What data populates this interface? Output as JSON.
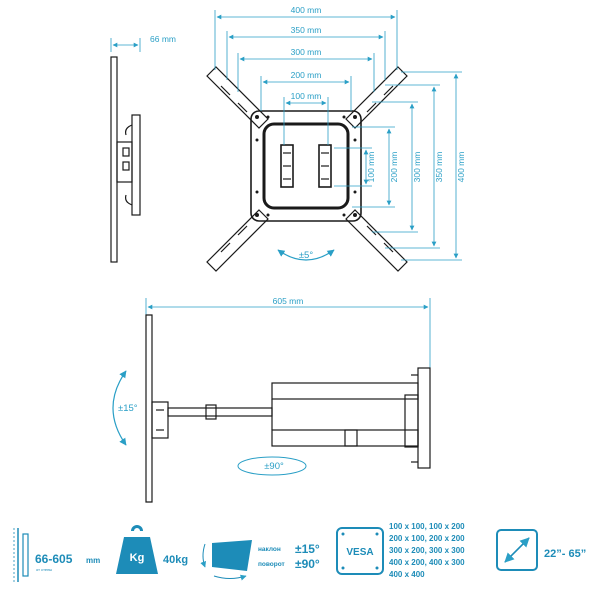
{
  "colors": {
    "accent": "#2a9fc6",
    "accent_dark": "#1d8cb8",
    "line": "#1a1a1a"
  },
  "top_view": {
    "depth": "66 mm",
    "widths": [
      "400 mm",
      "350 mm",
      "300 mm",
      "200 mm",
      "100 mm"
    ],
    "heights": [
      "100 mm",
      "200 mm",
      "300 mm",
      "350 mm",
      "400 mm"
    ],
    "level": "±5°"
  },
  "side_view": {
    "extension": "605 mm",
    "tilt": "±15°",
    "swivel": "±90°"
  },
  "specs": {
    "depth_range": "66-605",
    "depth_unit": "mm",
    "depth_note": "от стены",
    "weight_icon": "Kg",
    "weight": "40kg",
    "tilt_label": "наклон",
    "tilt_value": "±15°",
    "swivel_label": "поворот",
    "swivel_value": "±90°",
    "vesa_icon": "VESA",
    "vesa_lines": [
      "100 x 100, 100 x 200",
      "200 x 100, 200 x 200",
      "300 x 200, 300 x 300",
      "400 x 200, 400 x 300",
      "400 x 400"
    ],
    "screen_range": "22”- 65”"
  }
}
